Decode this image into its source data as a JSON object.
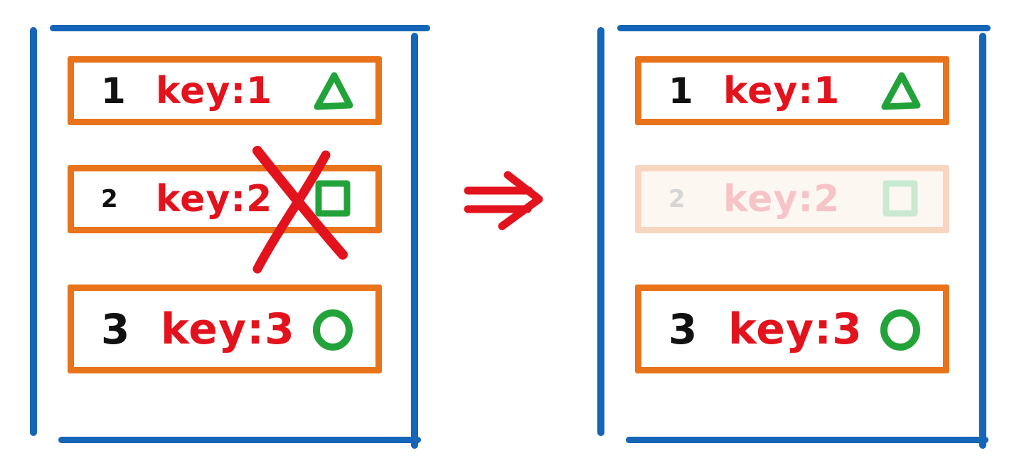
{
  "before": {
    "rows": [
      {
        "index": "1",
        "key": "key:1",
        "shape": "triangle",
        "removed": false
      },
      {
        "index": "2",
        "key": "key:2",
        "shape": "square",
        "removed": true
      },
      {
        "index": "3",
        "key": "key:3",
        "shape": "circle",
        "removed": false
      }
    ]
  },
  "after": {
    "rows": [
      {
        "index": "1",
        "key": "key:1",
        "shape": "triangle",
        "faded": false
      },
      {
        "index": "2",
        "key": "key:2",
        "shape": "square",
        "faded": true
      },
      {
        "index": "3",
        "key": "key:3",
        "shape": "circle",
        "faded": false
      }
    ]
  },
  "arrow_icon": "double-arrow-right-icon",
  "colors": {
    "container": "#1565b8",
    "row_border": "#e8731a",
    "key_text": "#e3131d",
    "shape": "#22a33a",
    "index_text": "#111111",
    "faded_row_border": "#f7d6bf"
  }
}
